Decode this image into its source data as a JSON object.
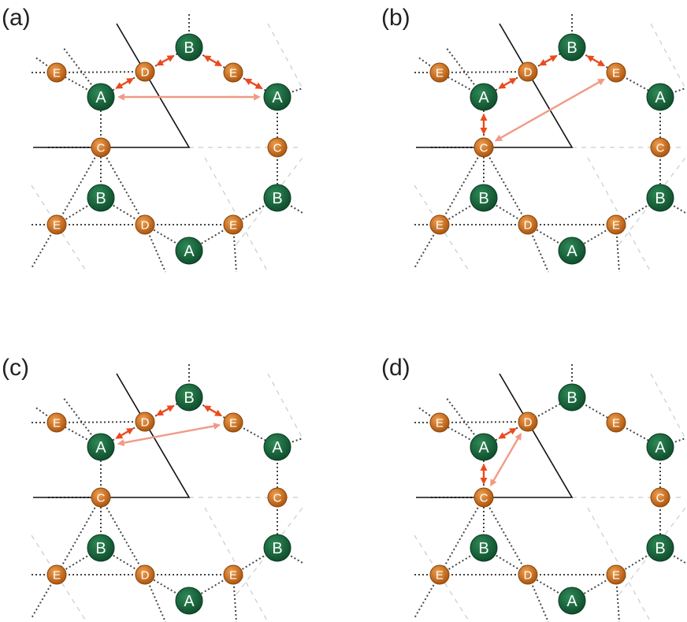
{
  "colors": {
    "green_site": "#14633a",
    "orange_site": "#c9650f",
    "arrow_near": "#ea4a1f",
    "arrow_far": "#f19a86",
    "bond": "#444444",
    "boundary": "#111111",
    "guide": "#cccccc"
  },
  "node_labels": {
    "A": "A",
    "B": "B",
    "C": "C",
    "D": "D",
    "E": "E"
  },
  "panels": [
    {
      "label": "(a)",
      "arrows": [
        {
          "from": "A1",
          "to": "D1",
          "style": "near"
        },
        {
          "from": "D1",
          "to": "B1",
          "style": "near"
        },
        {
          "from": "B1",
          "to": "E1",
          "style": "near"
        },
        {
          "from": "E1",
          "to": "A2",
          "style": "near"
        },
        {
          "from": "A1",
          "to": "A2",
          "style": "far"
        }
      ]
    },
    {
      "label": "(b)",
      "arrows": [
        {
          "from": "A1",
          "to": "D1",
          "style": "near"
        },
        {
          "from": "D1",
          "to": "B1",
          "style": "near"
        },
        {
          "from": "B1",
          "to": "E1",
          "style": "near"
        },
        {
          "from": "C1",
          "to": "A1",
          "style": "near"
        },
        {
          "from": "C1",
          "to": "E1",
          "style": "far"
        }
      ]
    },
    {
      "label": "(c)",
      "arrows": [
        {
          "from": "A1",
          "to": "D1",
          "style": "near"
        },
        {
          "from": "D1",
          "to": "B1",
          "style": "near"
        },
        {
          "from": "B1",
          "to": "E1",
          "style": "near"
        },
        {
          "from": "A1",
          "to": "E1",
          "style": "far"
        }
      ]
    },
    {
      "label": "(d)",
      "arrows": [
        {
          "from": "A1",
          "to": "D1",
          "style": "near"
        },
        {
          "from": "C1",
          "to": "A1",
          "style": "near"
        },
        {
          "from": "C1",
          "to": "D1",
          "style": "far"
        }
      ]
    }
  ]
}
